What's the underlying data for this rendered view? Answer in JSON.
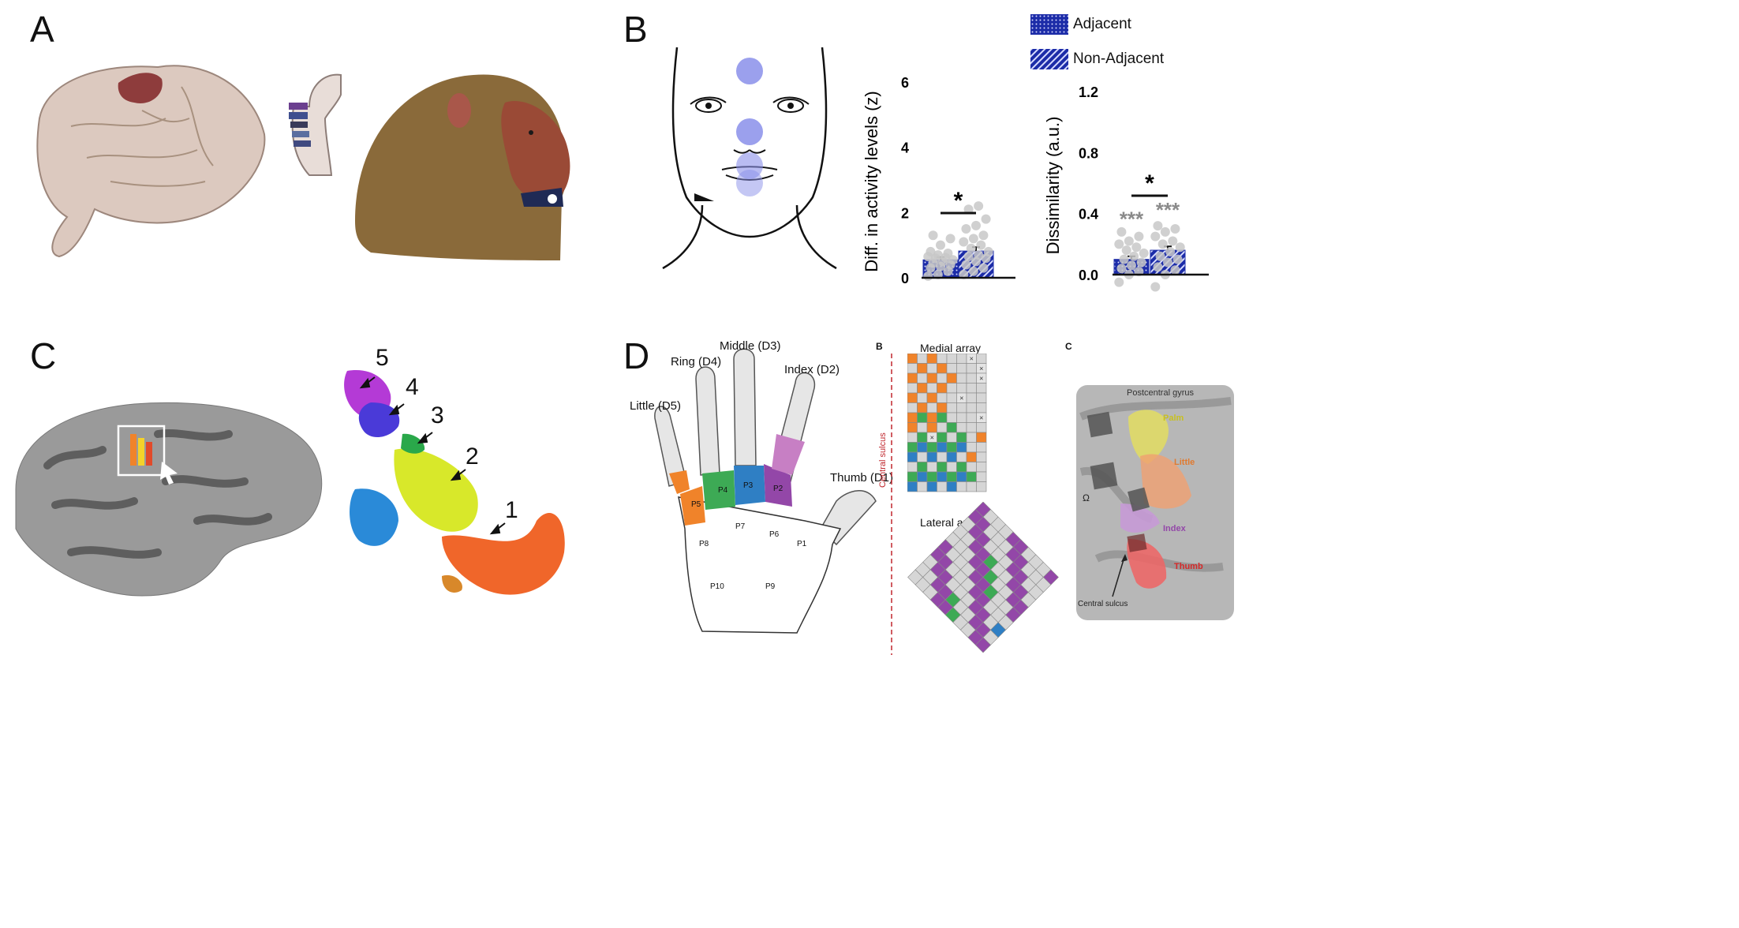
{
  "panels": {
    "A": {
      "letter": "A"
    },
    "B": {
      "letter": "B",
      "legend": [
        {
          "label": "Adjacent",
          "pattern": "dots"
        },
        {
          "label": "Non-Adjacent",
          "pattern": "stripes"
        }
      ]
    },
    "C": {
      "letter": "C",
      "cluster_labels": [
        "5",
        "4",
        "3",
        "2",
        "1"
      ]
    },
    "D": {
      "letter": "D",
      "fingers": [
        "Little (D5)",
        "Ring (D4)",
        "Middle (D3)",
        "Index (D2)",
        "Thumb (D1)"
      ],
      "palm_labels": [
        "P1",
        "P2",
        "P3",
        "P4",
        "P5",
        "P6",
        "P7",
        "P8",
        "P9",
        "P10"
      ],
      "sub_b": {
        "letter": "B",
        "central_sulcus": "Central sulcus",
        "medial": "Medial array",
        "lateral": "Lateral array"
      },
      "sub_c": {
        "letter": "C",
        "postcentral": "Postcentral gyrus",
        "palm": "Palm",
        "little": "Little",
        "index": "Index",
        "thumb": "Thumb",
        "omega": "Ω",
        "central_sulcus": "Central sulcus"
      }
    }
  },
  "colors": {
    "bar_blue": "#1c2ca8",
    "dot_grey": "#c8c8c8",
    "face_dot": "#8a8fea",
    "orange": "#f0832a",
    "green": "#3daa55",
    "blue": "#2f7fc4",
    "purple": "#9347a8",
    "pink": "#c77fc4"
  },
  "chart_data": [
    {
      "type": "bar",
      "ylabel": "Diff. in activity levels (z)",
      "yticks": [
        "0",
        "2",
        "4",
        "6"
      ],
      "ylim": [
        0,
        6
      ],
      "categories": [
        "Adjacent",
        "Non-Adjacent"
      ],
      "values": [
        0.55,
        0.82
      ],
      "errors": [
        0.08,
        0.12
      ],
      "significance": "*",
      "points": {
        "Adjacent": [
          0.05,
          0.1,
          0.2,
          0.3,
          0.35,
          0.4,
          0.45,
          0.5,
          0.55,
          0.6,
          0.62,
          0.65,
          0.7,
          0.75,
          0.8,
          1.0,
          1.2,
          1.3
        ],
        "Non-Adjacent": [
          0.1,
          0.2,
          0.3,
          0.4,
          0.5,
          0.6,
          0.65,
          0.7,
          0.8,
          0.9,
          1.0,
          1.1,
          1.2,
          1.3,
          1.5,
          1.6,
          1.8,
          2.1,
          2.2
        ]
      }
    },
    {
      "type": "bar",
      "ylabel": "Dissimilarity (a.u.)",
      "yticks": [
        "0.0",
        "0.4",
        "0.8",
        "1.2"
      ],
      "ylim": [
        0,
        1.2
      ],
      "categories": [
        "Adjacent",
        "Non-Adjacent"
      ],
      "values": [
        0.1,
        0.16
      ],
      "errors": [
        0.02,
        0.025
      ],
      "significance": "*",
      "bar_annotations": [
        "***",
        "***"
      ],
      "points": {
        "Adjacent": [
          -0.05,
          0.0,
          0.02,
          0.04,
          0.06,
          0.08,
          0.1,
          0.12,
          0.14,
          0.16,
          0.18,
          0.2,
          0.22,
          0.25,
          0.28
        ],
        "Non-Adjacent": [
          -0.08,
          0.0,
          0.03,
          0.05,
          0.08,
          0.1,
          0.12,
          0.15,
          0.18,
          0.2,
          0.22,
          0.25,
          0.28,
          0.3,
          0.32
        ]
      }
    }
  ]
}
